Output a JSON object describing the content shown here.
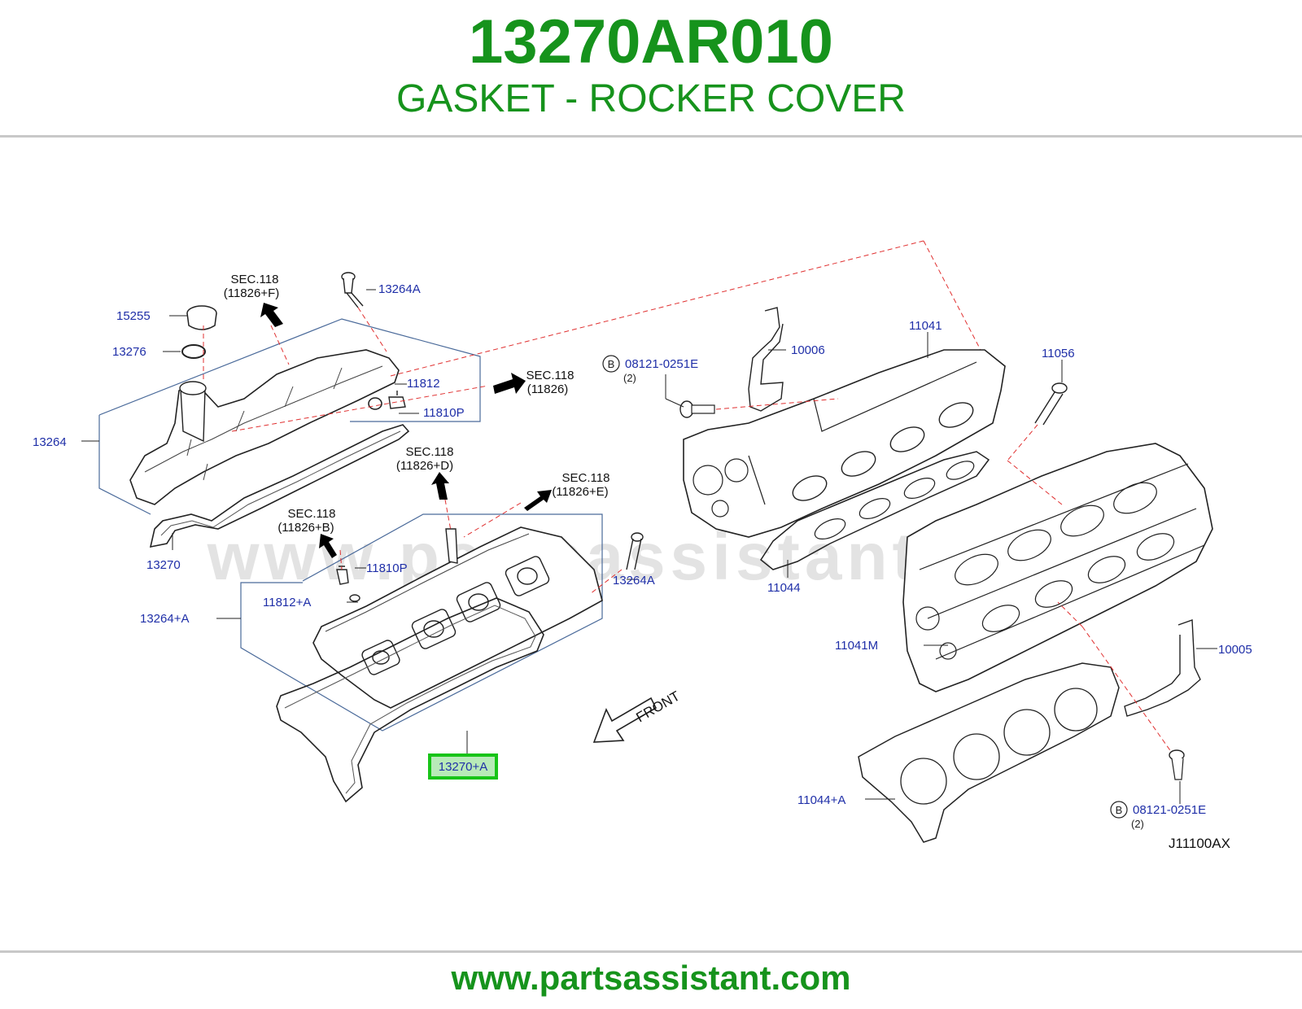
{
  "header": {
    "part_number": "13270AR010",
    "part_name": "GASKET - ROCKER COVER"
  },
  "footer": {
    "url": "www.partsassistant.com"
  },
  "watermark": {
    "text": "www.partsassistant.com"
  },
  "colors": {
    "brand_green": "#16931c",
    "callout_blue": "#1f2fa8",
    "rule_gray": "#c8c8c8",
    "highlight_border": "#18c418",
    "highlight_fill": "#b8eab8",
    "leader_red": "#e03030"
  },
  "diagram": {
    "code": "J11100AX",
    "front_label": "FRONT",
    "callouts": {
      "c15255": "15255",
      "c13276": "13276",
      "c13264": "13264",
      "c13270": "13270",
      "c13264a_top": "13264A",
      "c11812": "11812",
      "c11810p_top": "11810P",
      "c11810p_bottom": "11810P",
      "c11812a": "11812+A",
      "c13264plusa": "13264+A",
      "c13264a_mid": "13264A",
      "c13270a": "13270+A",
      "c10006": "10006",
      "c11041": "11041",
      "c11056": "11056",
      "c11044": "11044",
      "c11041m": "11041M",
      "c10005": "10005",
      "c11044a": "11044+A",
      "bolt_top": "08121-0251E",
      "bolt_top_qty": "(2)",
      "bolt_bottom": "08121-0251E",
      "bolt_bottom_qty": "(2)",
      "bolt_badge": "B"
    },
    "sections": {
      "sec_f_title": "SEC.118",
      "sec_f_ref": "(11826+F)",
      "sec_main_title": "SEC.118",
      "sec_main_ref": "(11826)",
      "sec_d_title": "SEC.118",
      "sec_d_ref": "(11826+D)",
      "sec_e_title": "SEC.118",
      "sec_e_ref": "(11826+E)",
      "sec_b_title": "SEC.118",
      "sec_b_ref": "(11826+B)"
    }
  }
}
